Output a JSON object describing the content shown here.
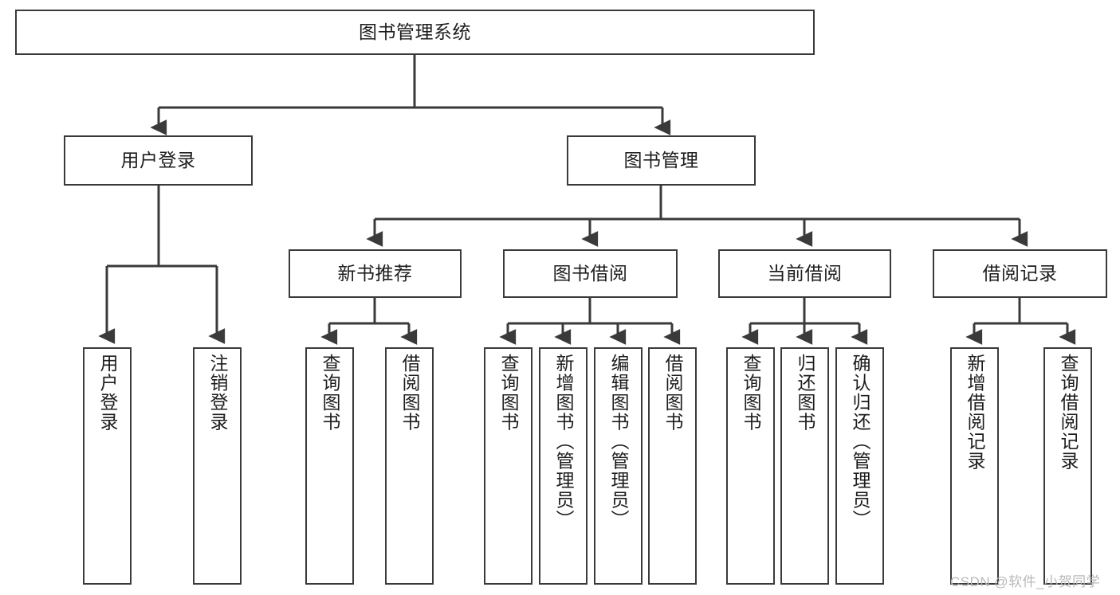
{
  "diagram": {
    "title": "图书管理系统",
    "type": "tree-hierarchy-diagram",
    "stroke_color": "#3a3a3a",
    "fill_color": "#ffffff",
    "text_color": "#1d1d1d"
  },
  "nodes": {
    "root": {
      "label": "图书管理系统"
    },
    "level2": [
      {
        "id": "user-login",
        "label": "用户登录"
      },
      {
        "id": "book-manage",
        "label": "图书管理"
      }
    ],
    "level3": [
      {
        "id": "new-book-recommend",
        "label": "新书推荐"
      },
      {
        "id": "book-borrow",
        "label": "图书借阅"
      },
      {
        "id": "current-borrow",
        "label": "当前借阅"
      },
      {
        "id": "borrow-record",
        "label": "借阅记录"
      }
    ],
    "leaves": {
      "user_login": [
        {
          "id": "leaf-user-login",
          "label": "用户登录"
        },
        {
          "id": "leaf-logout-login",
          "label": "注销登录"
        }
      ],
      "new_book_recommend": [
        {
          "id": "leaf-query-book-1",
          "label": "查询图书"
        },
        {
          "id": "leaf-borrow-book-1",
          "label": "借阅图书"
        }
      ],
      "book_borrow": [
        {
          "id": "leaf-query-book-2",
          "label": "查询图书"
        },
        {
          "id": "leaf-add-book",
          "label": "新增图书（管理员）"
        },
        {
          "id": "leaf-edit-book",
          "label": "编辑图书（管理员）"
        },
        {
          "id": "leaf-borrow-book-2",
          "label": "借阅图书"
        }
      ],
      "current_borrow": [
        {
          "id": "leaf-query-book-3",
          "label": "查询图书"
        },
        {
          "id": "leaf-return-book",
          "label": "归还图书"
        },
        {
          "id": "leaf-confirm-return",
          "label": "确认归还（管理员）"
        }
      ],
      "borrow_record": [
        {
          "id": "leaf-add-borrow-record",
          "label": "新增借阅记录"
        },
        {
          "id": "leaf-query-borrow-record",
          "label": "查询借阅记录"
        }
      ]
    }
  },
  "watermark": {
    "text": "CSDN @软件_小贺同学"
  }
}
